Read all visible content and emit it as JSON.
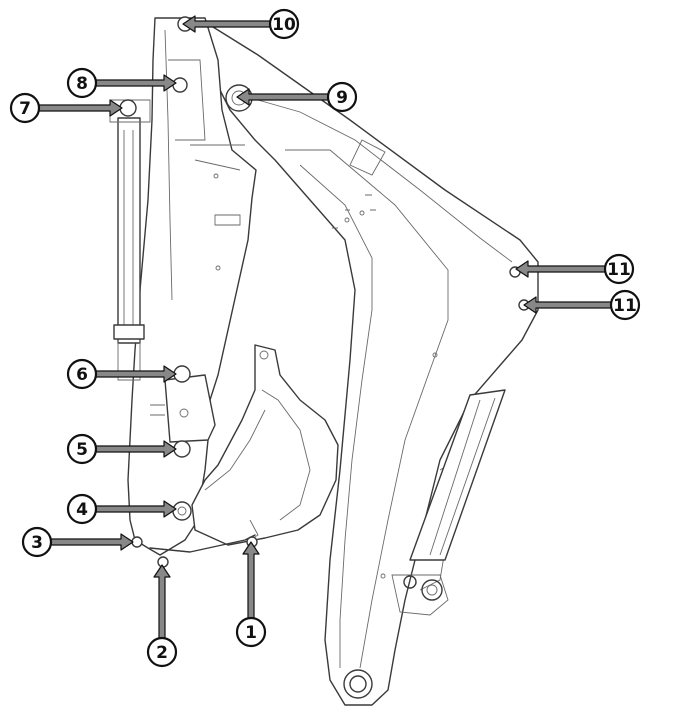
{
  "diagram": {
    "callouts": [
      {
        "id": "c1",
        "label": "1"
      },
      {
        "id": "c2",
        "label": "2"
      },
      {
        "id": "c3",
        "label": "3"
      },
      {
        "id": "c4",
        "label": "4"
      },
      {
        "id": "c5",
        "label": "5"
      },
      {
        "id": "c6",
        "label": "6"
      },
      {
        "id": "c7",
        "label": "7"
      },
      {
        "id": "c8",
        "label": "8"
      },
      {
        "id": "c9",
        "label": "9"
      },
      {
        "id": "c10",
        "label": "10"
      },
      {
        "id": "c11a",
        "label": "11"
      },
      {
        "id": "c11b",
        "label": "11"
      }
    ],
    "colors": {
      "line": "#3a3a3a",
      "arrow": "#888888",
      "arrow_outline": "#111111",
      "badge_fill": "#ffffff",
      "badge_stroke": "#111111"
    }
  }
}
